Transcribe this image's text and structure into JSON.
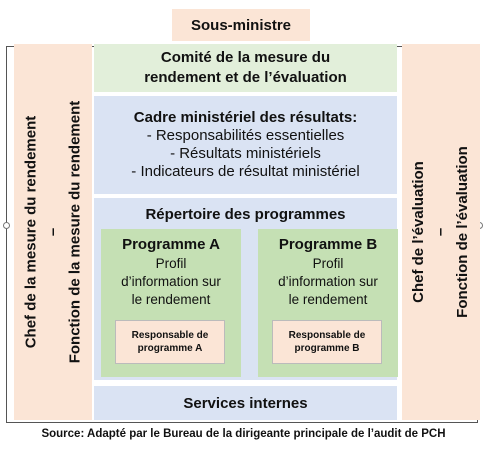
{
  "top": {
    "title": "Sous-ministre"
  },
  "left_panel": {
    "line1": "Chef de la mesure du rendement",
    "dash": "–",
    "line2": "Fonction de la mesure du rendement"
  },
  "right_panel": {
    "line1": "Chef de l’évaluation",
    "dash": "–",
    "line2": "Fonction de l’évaluation"
  },
  "comite": {
    "line1": "Comité de la mesure du",
    "line2": "rendement et de l’évaluation"
  },
  "cadre": {
    "title": "Cadre ministériel des résultats:",
    "items": [
      "- Responsabilités essentielles",
      "- Résultats ministériels",
      "- Indicateurs de résultat ministériel"
    ]
  },
  "repertoire": {
    "title": "Répertoire des programmes",
    "programs": [
      {
        "name": "Programme A",
        "desc": [
          "Profil",
          "d’information sur",
          "le rendement"
        ],
        "responsable": [
          "Responsable de",
          "programme A"
        ]
      },
      {
        "name": "Programme B",
        "desc": [
          "Profil",
          "d’information sur",
          "le rendement"
        ],
        "responsable": [
          "Responsable de",
          "programme B"
        ]
      }
    ]
  },
  "services": {
    "title": "Services internes"
  },
  "source": "Source: Adapté par le Bureau de la dirigeante principale de l’audit de PCH",
  "colors": {
    "peach": "#fbe5d6",
    "green": "#e2efda",
    "blue": "#dae3f3",
    "prog_green": "#c5e0b4"
  }
}
